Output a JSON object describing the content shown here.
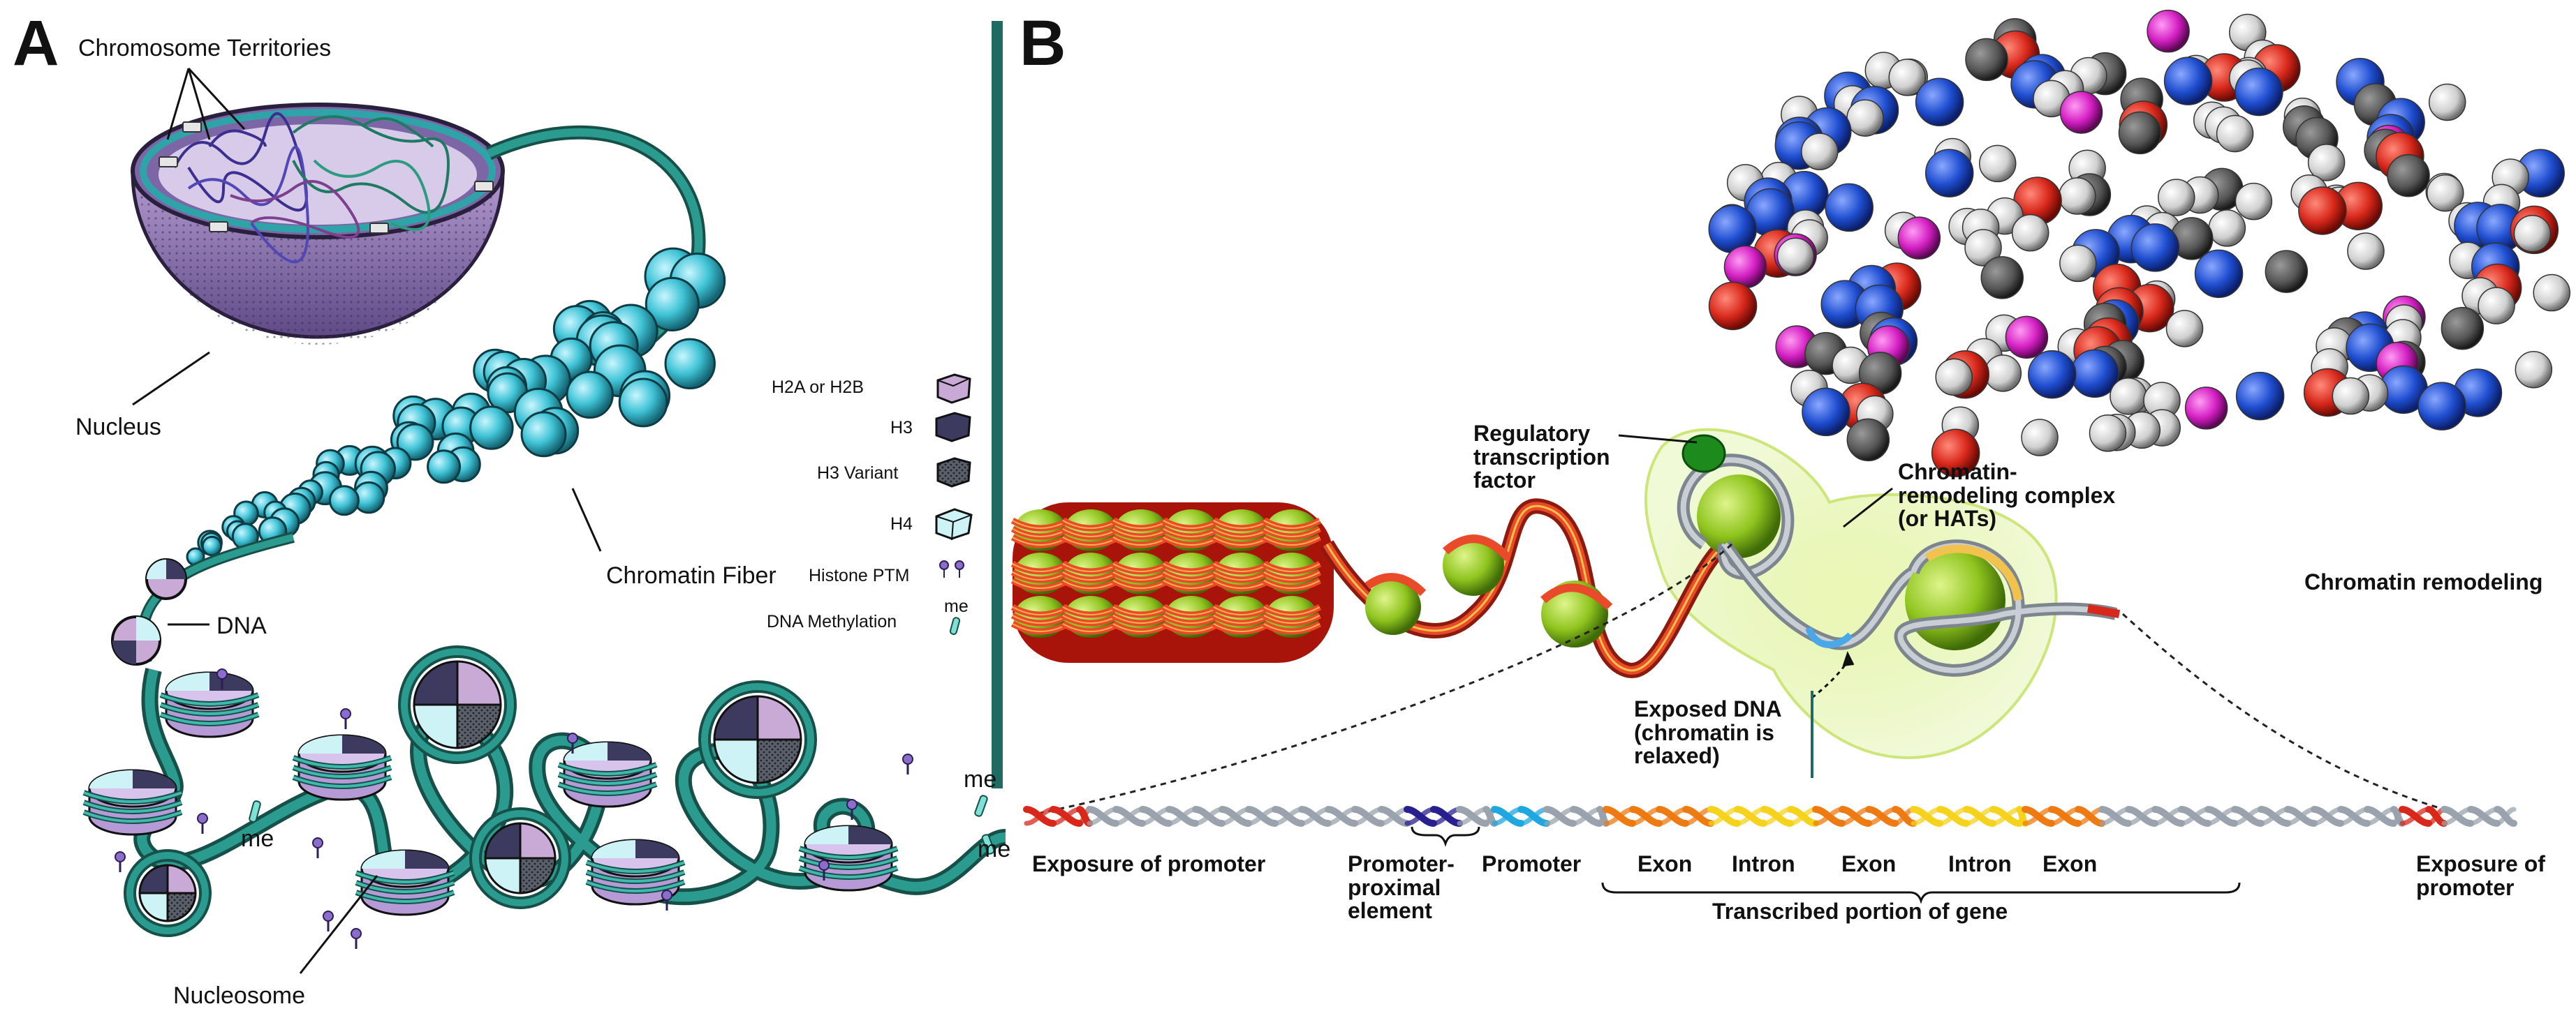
{
  "panels": {
    "a": "A",
    "b": "B"
  },
  "panel_a": {
    "chromosome_territories": "Chromosome Territories",
    "nucleus": "Nucleus",
    "chromatin_fiber": "Chromatin Fiber",
    "dna": "DNA",
    "nucleosome": "Nucleosome",
    "me": "me",
    "legend": [
      {
        "label": "H2A or H2B",
        "icon": "h2a-h2b-block-icon",
        "color": "#c9a9d6"
      },
      {
        "label": "H3",
        "icon": "h3-block-icon",
        "color": "#3d3a60"
      },
      {
        "label": "H3 Variant",
        "icon": "h3-variant-block-icon",
        "color": "#555a66"
      },
      {
        "label": "H4",
        "icon": "h4-block-icon",
        "color": "#cdf3f7"
      },
      {
        "label": "Histone PTM",
        "icon": "histone-ptm-icon",
        "color": "#8d6dcc"
      },
      {
        "label": "DNA Methylation",
        "icon": "dna-methylation-icon",
        "color": "#7fe0d6",
        "mark": "me"
      }
    ]
  },
  "panel_b": {
    "regulatory_tf": "Regulatory transcription factor",
    "remodeling_complex": "Chromatin-remodeling complex (or HATs)",
    "chromatin_remodeling": "Chromatin remodeling",
    "exposed_dna": "Exposed DNA (chromatin is relaxed)",
    "exposure_promoter_left": "Exposure of promoter",
    "exposure_promoter_right": "Exposure of promoter",
    "promoter_proximal": "Promoter-proximal element",
    "promoter": "Promoter",
    "exon": "Exon",
    "intron": "Intron",
    "transcribed": "Transcribed portion of gene"
  },
  "colors": {
    "teal": "#1f6b63",
    "cyan": "#3fc3d6",
    "purple": "#8b6fb3",
    "red": "#d8281b",
    "green": "#8fc41e",
    "grey": "#9aa3ad",
    "orange": "#ee7a12",
    "yellow": "#f5d21c",
    "blue": "#1f4ed0"
  }
}
